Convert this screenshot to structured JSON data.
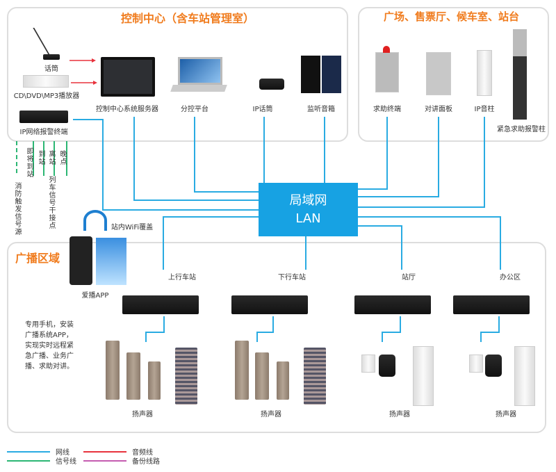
{
  "control_center": {
    "title": "控制中心（含车站管理室）",
    "mic": "话筒",
    "player": "CD\\DVD\\MP3播放器",
    "alarm_terminal": "IP网络报警终端",
    "server": "控制中心系统服务器",
    "sub_console": "分控平台",
    "ip_mic": "IP话筒",
    "monitor_speaker": "监听音箱"
  },
  "plaza": {
    "title": "广场、售票厅、候车室、站台",
    "help_terminal": "求助终端",
    "intercom": "对讲面板",
    "ip_column": "IP音柱",
    "alarm_column": "紧急求助报警柱"
  },
  "signals": {
    "fire": "消防触发信号源",
    "arriving": "即将到站",
    "arrive": "到站",
    "depart": "离站",
    "late": "晚点",
    "train_contact": "列车信号干接点"
  },
  "lan": {
    "cn": "局域网",
    "en": "LAN"
  },
  "wifi": "站内WiFi覆盖",
  "app": {
    "label": "爱播APP",
    "description": "专用手机，安装广播系统APP，实现实时远程紧急广播、业务广播、求助对讲。"
  },
  "broadcast": {
    "title": "广播区域",
    "zones": [
      {
        "name": "上行车站",
        "speaker": "扬声器"
      },
      {
        "name": "下行车站",
        "speaker": "扬声器"
      },
      {
        "name": "站厅",
        "speaker": "扬声器"
      },
      {
        "name": "办公区",
        "speaker": "扬声器"
      }
    ]
  },
  "legend": [
    {
      "label": "网线",
      "color": "#29abe2"
    },
    {
      "label": "音频线",
      "color": "#e8323c"
    },
    {
      "label": "信号线",
      "color": "#2bb673"
    },
    {
      "label": "备份线路",
      "color": "#c45bb0"
    }
  ]
}
